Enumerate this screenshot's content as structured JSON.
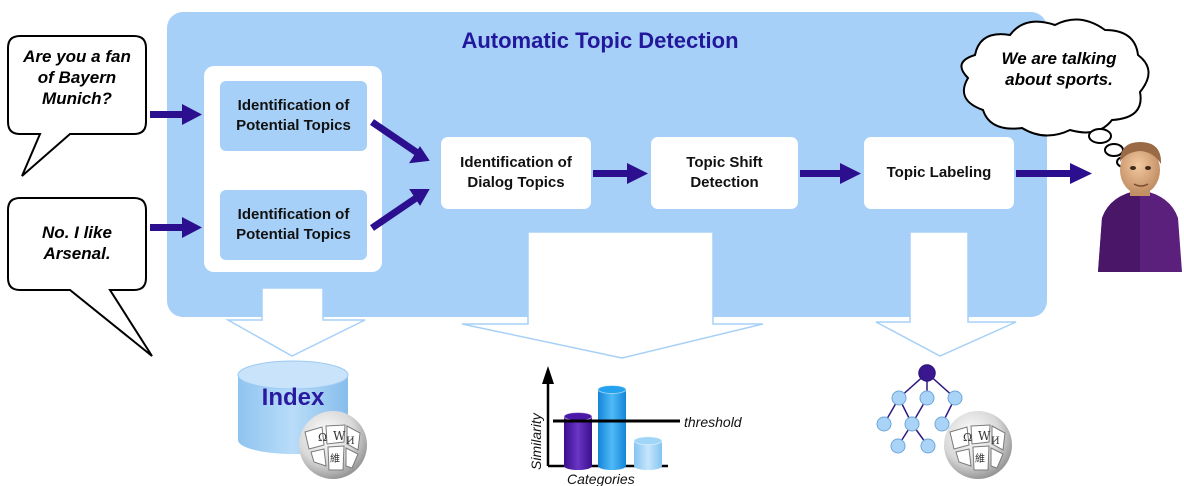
{
  "diagram": {
    "title": "Automatic Topic Detection",
    "speech_bubbles": [
      {
        "text": "Are you a fan of Bayern Munich?"
      },
      {
        "text": "No. I like Arsenal."
      }
    ],
    "thought_bubble": {
      "text": "We are talking about sports."
    },
    "potential_topics_boxes": [
      {
        "label": "Identification of Potential Topics"
      },
      {
        "label": "Identification of Potential Topics"
      }
    ],
    "steps": [
      {
        "label": "Identification of Dialog Topics"
      },
      {
        "label": "Topic Shift Detection"
      },
      {
        "label": "Topic Labeling"
      }
    ],
    "index_label": "Index",
    "mini_chart": {
      "y_label": "Similarity",
      "x_label": "Categories",
      "threshold_label": "threshold",
      "bars": [
        {
          "relative_height": 0.55,
          "color": "#4b1aa8"
        },
        {
          "relative_height": 0.85,
          "color": "#24a2f0"
        },
        {
          "relative_height": 0.28,
          "color": "#9fd5f7"
        }
      ],
      "threshold_level": 0.4
    },
    "colors": {
      "panel": "#a6d0f7",
      "arrow": "#2b0f8f",
      "title": "#23189c",
      "tree_root": "#3a168f",
      "tree_node": "#a9d3f7"
    },
    "icons": [
      "wikipedia-globe-icon",
      "wikipedia-globe-icon",
      "avatar-person"
    ]
  }
}
